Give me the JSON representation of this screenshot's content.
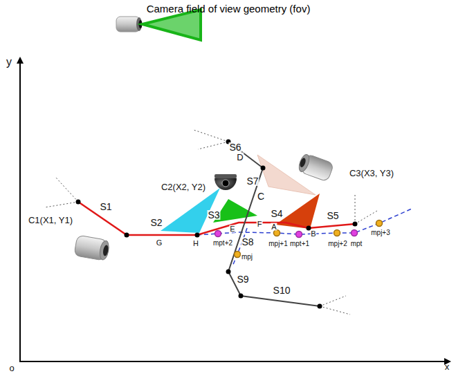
{
  "diagram": {
    "title": "Camera field of view geometry (fov)",
    "labels": [
      "y",
      "o",
      "x",
      "S1",
      "S2",
      "S3",
      "S4",
      "S5",
      "S6",
      "S7",
      "C",
      "D",
      "E",
      "F",
      "A",
      "B",
      "G",
      "H",
      "S8",
      "S9",
      "S10",
      "C1(X1, Y1)",
      "C2(X2, Y2)",
      "C3(X3, Y3)",
      "mpt+2",
      "mpj",
      "mpj+1",
      "mpt+1",
      "mpj+2",
      "mpt",
      "mpj+3"
    ]
  }
}
